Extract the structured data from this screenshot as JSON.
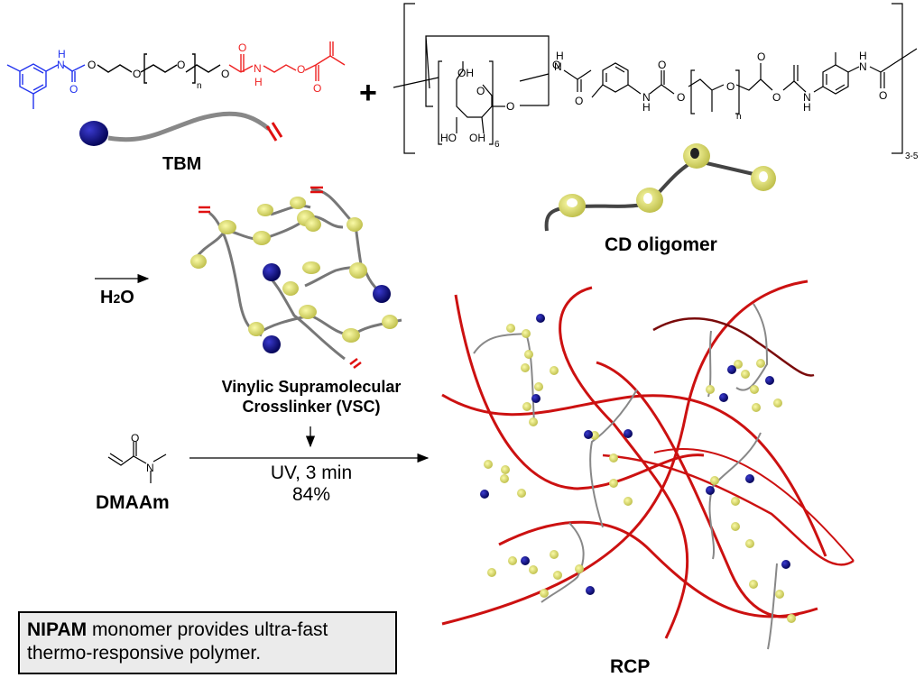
{
  "labels": {
    "tbm": "TBM",
    "cd_oligomer": "CD oligomer",
    "vsc_line1": "Vinylic Supramolecular",
    "vsc_line2": "Crosslinker (VSC)",
    "dmaam": "DMAAm",
    "rcp": "RCP",
    "plus": "+",
    "h2o_h": "H",
    "h2o_sub": "2",
    "h2o_o": "O"
  },
  "conditions": {
    "line1": "UV, 3 min",
    "line2": "84%"
  },
  "note": {
    "bold": "NIPAM",
    "rest": " monomer provides ultra-fast thermo-responsive polymer."
  },
  "structures": {
    "tbm_atoms": {
      "nh": "H",
      "n": "N",
      "o": "O",
      "sub_n": "n"
    },
    "cd_subscripts": {
      "ring_repeat": "6",
      "polymer_repeat": "3-5",
      "ppg_n": "n"
    },
    "cd_atoms": {
      "oh": "OH",
      "ho": "HO",
      "o": "O",
      "n": "N",
      "h": "H"
    }
  },
  "colors": {
    "aromatic_end": "#2233ee",
    "methacrylate_end": "#ee2222",
    "cd_cone": "#ecec70",
    "stopper_ball": "#0a0a7a",
    "polymer_chain": "#cc1111",
    "note_bg": "#ebebeb"
  }
}
